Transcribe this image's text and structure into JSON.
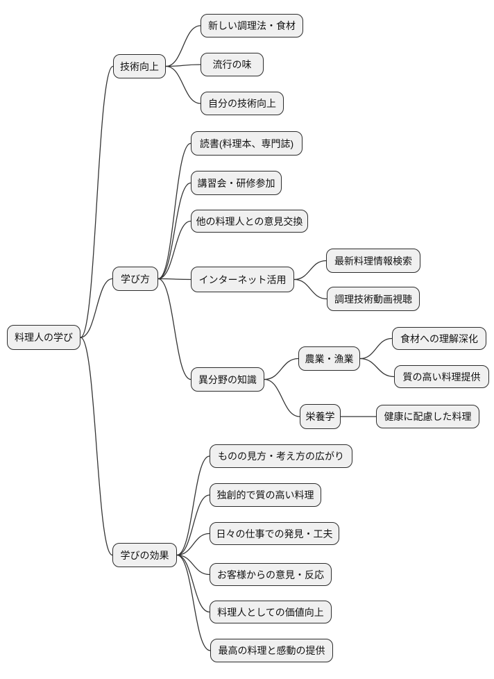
{
  "diagram_type": "mindmap",
  "colors": {
    "background": "#ffffff",
    "node_fill": "#f0f0f0",
    "node_border": "#2b2b2b",
    "connector": "#333333",
    "text": "#111111"
  },
  "mindmap": {
    "root": {
      "label": "料理人の学び"
    },
    "branches": [
      {
        "label": "技術向上",
        "children": [
          {
            "label": "新しい調理法・食材"
          },
          {
            "label": "流行の味"
          },
          {
            "label": "自分の技術向上"
          }
        ]
      },
      {
        "label": "学び方",
        "children": [
          {
            "label": "読書(料理本、専門誌)"
          },
          {
            "label": "講習会・研修参加"
          },
          {
            "label": "他の料理人との意見交換"
          },
          {
            "label": "インターネット活用",
            "children": [
              {
                "label": "最新料理情報検索"
              },
              {
                "label": "調理技術動画視聴"
              }
            ]
          },
          {
            "label": "異分野の知識",
            "children": [
              {
                "label": "農業・漁業",
                "children": [
                  {
                    "label": "食材への理解深化"
                  },
                  {
                    "label": "質の高い料理提供"
                  }
                ]
              },
              {
                "label": "栄養学",
                "children": [
                  {
                    "label": "健康に配慮した料理"
                  }
                ]
              }
            ]
          }
        ]
      },
      {
        "label": "学びの効果",
        "children": [
          {
            "label": "ものの見方・考え方の広がり"
          },
          {
            "label": "独創的で質の高い料理"
          },
          {
            "label": "日々の仕事での発見・工夫"
          },
          {
            "label": "お客様からの意見・反応"
          },
          {
            "label": "料理人としての価値向上"
          },
          {
            "label": "最高の料理と感動の提供"
          }
        ]
      }
    ]
  }
}
